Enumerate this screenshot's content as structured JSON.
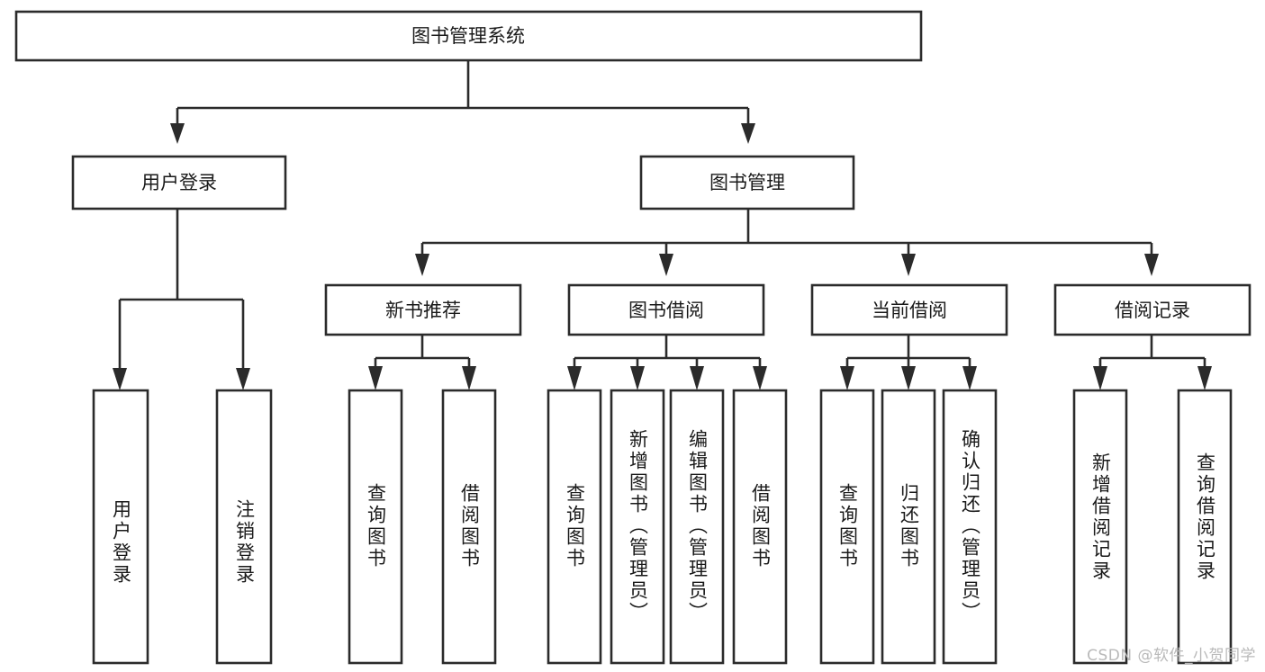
{
  "diagram": {
    "type": "hierarchy-tree",
    "title": "图书管理系统",
    "watermark": "CSDN @软件_小贺同学",
    "colors": {
      "box_border": "#2b2b2b",
      "box_fill": "#ffffff",
      "connector": "#2b2b2b",
      "text": "#1a1a1a",
      "watermark": "#b9b9b9",
      "background": "#ffffff"
    },
    "root": {
      "label": "图书管理系统",
      "orientation": "horizontal"
    },
    "level2": [
      {
        "id": "user-login",
        "label": "用户登录",
        "orientation": "horizontal"
      },
      {
        "id": "book-manage",
        "label": "图书管理",
        "orientation": "horizontal"
      }
    ],
    "level3": [
      {
        "id": "new-book-rec",
        "label": "新书推荐",
        "orientation": "horizontal",
        "parent": "book-manage"
      },
      {
        "id": "book-borrow",
        "label": "图书借阅",
        "orientation": "horizontal",
        "parent": "book-manage"
      },
      {
        "id": "current-borrow",
        "label": "当前借阅",
        "orientation": "horizontal",
        "parent": "book-manage"
      },
      {
        "id": "borrow-record",
        "label": "借阅记录",
        "orientation": "horizontal",
        "parent": "book-manage"
      }
    ],
    "leaves": [
      {
        "id": "leaf-user-login",
        "label": "用户登录",
        "orientation": "vertical",
        "parent": "user-login"
      },
      {
        "id": "leaf-logout",
        "label": "注销登录",
        "orientation": "vertical",
        "parent": "user-login"
      },
      {
        "id": "leaf-query-book-1",
        "label": "查询图书",
        "orientation": "vertical",
        "parent": "new-book-rec"
      },
      {
        "id": "leaf-borrow-book-1",
        "label": "借阅图书",
        "orientation": "vertical",
        "parent": "new-book-rec"
      },
      {
        "id": "leaf-query-book-2",
        "label": "查询图书",
        "orientation": "vertical",
        "parent": "book-borrow"
      },
      {
        "id": "leaf-add-book",
        "label": "新增图书（管理员）",
        "orientation": "vertical",
        "parent": "book-borrow"
      },
      {
        "id": "leaf-edit-book",
        "label": "编辑图书（管理员）",
        "orientation": "vertical",
        "parent": "book-borrow"
      },
      {
        "id": "leaf-borrow-book-2",
        "label": "借阅图书",
        "orientation": "vertical",
        "parent": "book-borrow"
      },
      {
        "id": "leaf-query-book-3",
        "label": "查询图书",
        "orientation": "vertical",
        "parent": "current-borrow"
      },
      {
        "id": "leaf-return-book",
        "label": "归还图书",
        "orientation": "vertical",
        "parent": "current-borrow"
      },
      {
        "id": "leaf-confirm-return",
        "label": "确认归还（管理员）",
        "orientation": "vertical",
        "parent": "current-borrow"
      },
      {
        "id": "leaf-add-record",
        "label": "新增借阅记录",
        "orientation": "vertical",
        "parent": "borrow-record"
      },
      {
        "id": "leaf-query-record",
        "label": "查询借阅记录",
        "orientation": "vertical",
        "parent": "borrow-record"
      }
    ]
  }
}
